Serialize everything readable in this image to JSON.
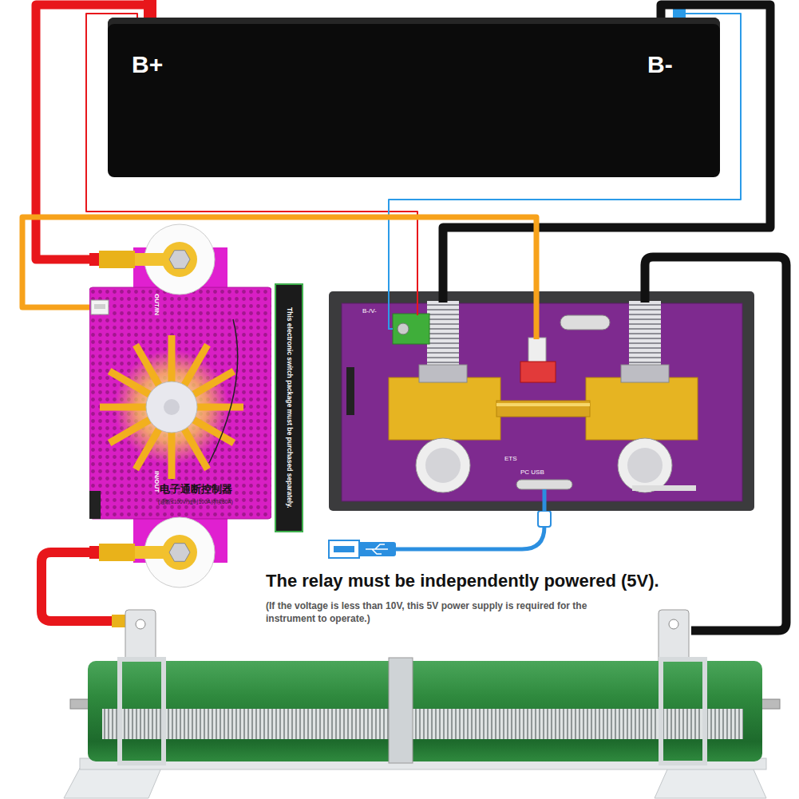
{
  "diagram": {
    "nodes": [
      {
        "text": [
          "B+",
          "B-"
        ]
      },
      {
        "text": [
          "OUT/IN",
          "电子通断控制器",
          "(通断≤100V/短时100A持续80A)",
          "IN/OUT"
        ]
      },
      {
        "text": [
          "This electronic switch package must be purchased separately."
        ]
      },
      {
        "text": [
          "B-/V-",
          "ETS",
          "PC USB"
        ]
      }
    ],
    "edges": [
      {
        "from": 0,
        "to": 1,
        "arrow": "none"
      },
      {
        "from": 0,
        "to": 3,
        "arrow": "none"
      },
      {
        "from": 0,
        "to": 3,
        "arrow": "none"
      },
      {
        "from": 0,
        "to": 3,
        "arrow": "none"
      },
      {
        "from": 1,
        "to": 3,
        "arrow": "none"
      }
    ],
    "labels": [
      "The relay must be independently powered (5V).",
      "(If the voltage is less than 10V, this 5V power supply is required for the instrument to operate.)"
    ]
  }
}
